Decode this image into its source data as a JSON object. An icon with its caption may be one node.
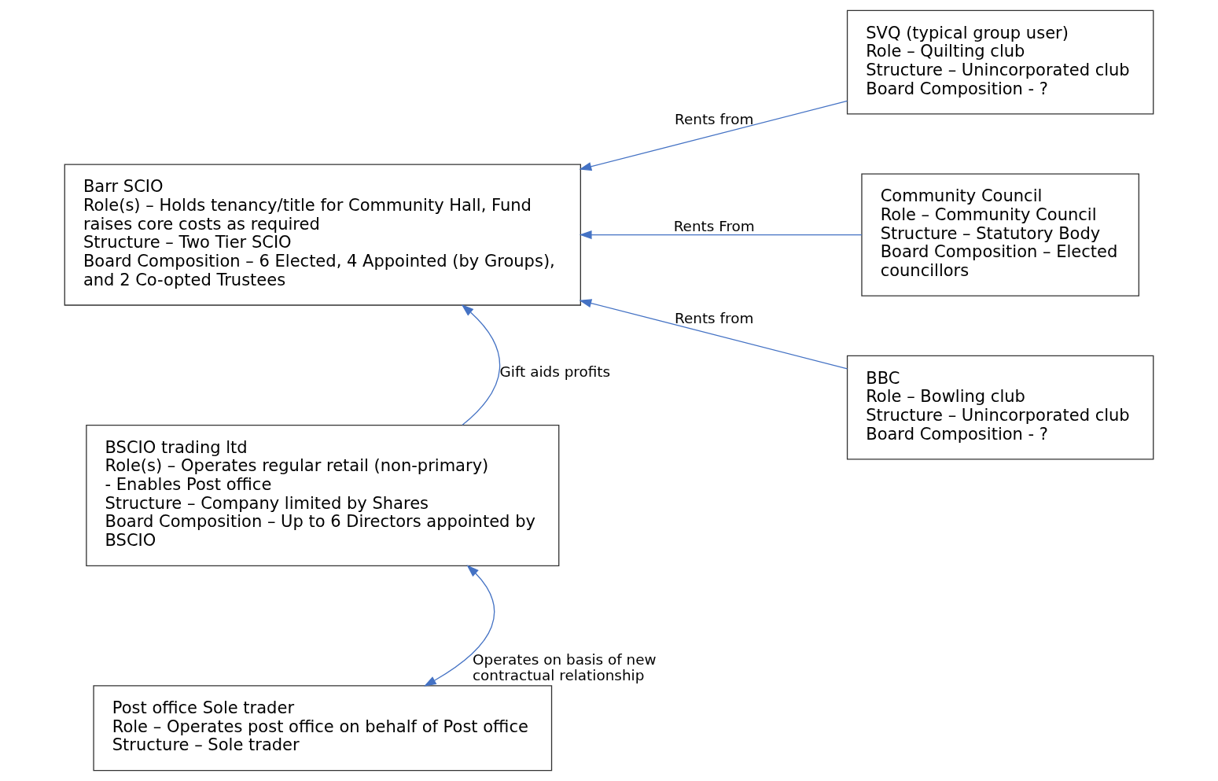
{
  "diagram": {
    "nodes": [
      {
        "text": [
          "Barr SCIO",
          "Role(s) – Holds tenancy/title for Community Hall, Fund raises core costs as required",
          "Structure – Two Tier SCIO",
          "Board Composition – 6 Elected, 4 Appointed (by Groups), and 2 Co-opted Trustees"
        ]
      },
      {
        "text": [
          "SVQ (typical group user)",
          "Role – Quilting club",
          "Structure – Unincorporated club",
          "Board Composition - ?"
        ]
      },
      {
        "text": [
          "Community Council",
          "Role – Community Council",
          "Structure – Statutory Body",
          "Board Composition – Elected councillors"
        ]
      },
      {
        "text": [
          "BBC",
          "Role – Bowling club",
          "Structure – Unincorporated club",
          "Board Composition - ?"
        ]
      },
      {
        "text": [
          "BSCIO trading ltd",
          "Role(s) – Operates regular retail (non-primary)",
          "- Enables Post office",
          "Structure – Company limited by Shares",
          "Board Composition – Up to 6 Directors appointed by BSCIO"
        ]
      },
      {
        "text": [
          "Post office Sole trader",
          "Role – Operates post office on behalf of Post office",
          "Structure – Sole trader"
        ]
      }
    ],
    "edges": [
      {
        "from": 1,
        "to": 0,
        "arrow": "to",
        "label": "Rents from"
      },
      {
        "from": 2,
        "to": 0,
        "arrow": "to",
        "label": "Rents From"
      },
      {
        "from": 3,
        "to": 0,
        "arrow": "to",
        "label": "Rents from"
      },
      {
        "from": 4,
        "to": 0,
        "arrow": "to",
        "label": "Gift aids profits"
      },
      {
        "from": 4,
        "to": 5,
        "arrow": "both",
        "label": "Operates on basis of new contractual relationship"
      }
    ]
  }
}
